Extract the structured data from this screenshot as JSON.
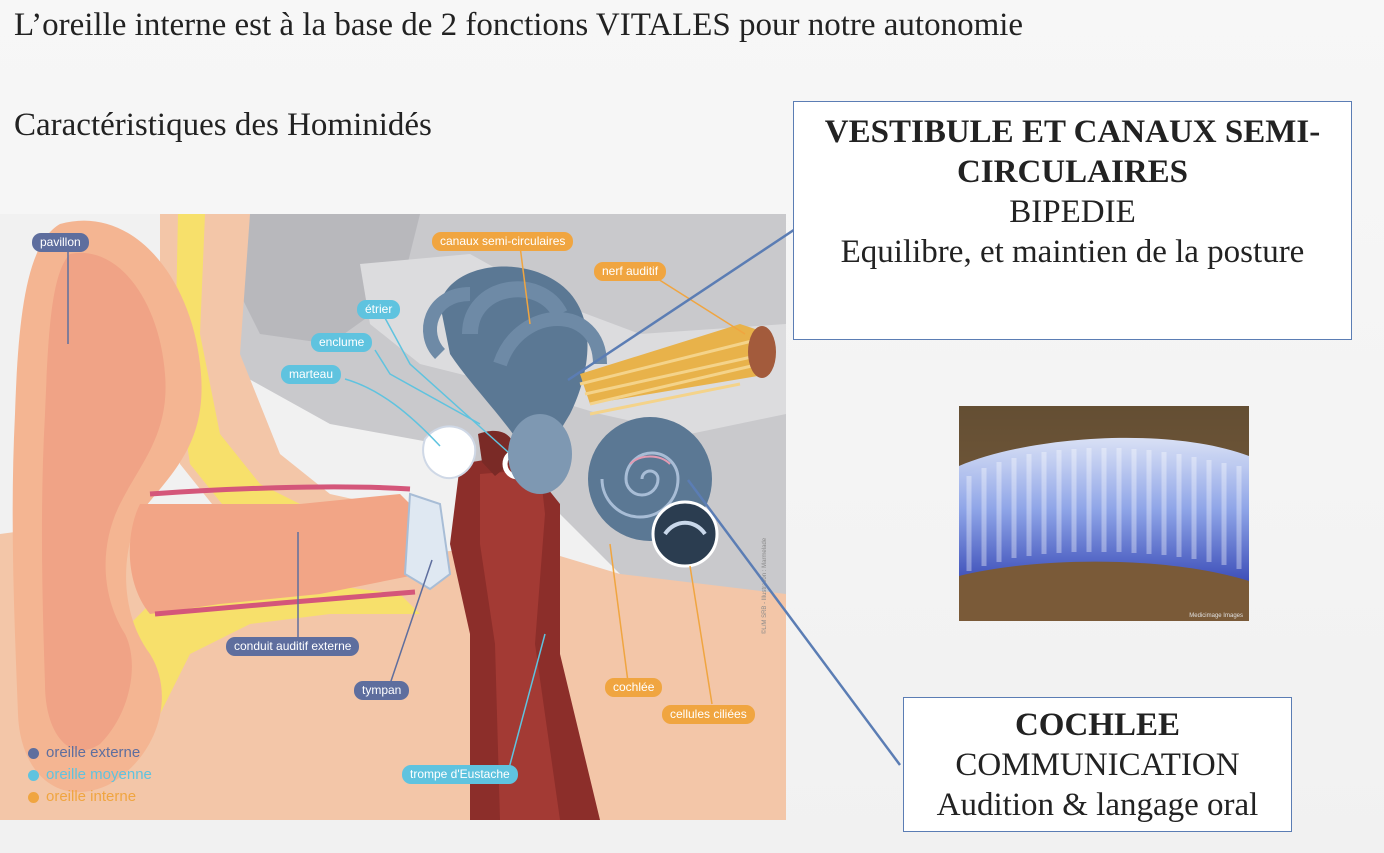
{
  "slide": {
    "title": "L’oreille interne est à la base de 2 fonctions VITALES pour notre autonomie",
    "subtitle": "Caractéristiques des Hominidés"
  },
  "diagram": {
    "labels": {
      "pavillon": "pavillon",
      "canaux": "canaux semi-circulaires",
      "nerf": "nerf auditif",
      "etrier": "étrier",
      "enclume": "enclume",
      "marteau": "marteau",
      "conduit": "conduit auditif externe",
      "tympan": "tympan",
      "cochlee": "cochlée",
      "cellules": "cellules ciliées",
      "trompe": "trompe d'Eustache"
    },
    "legend": [
      {
        "label": "oreille externe",
        "color": "#5e6e9e"
      },
      {
        "label": "oreille moyenne",
        "color": "#5fc3df"
      },
      {
        "label": "oreille interne",
        "color": "#f0a540"
      }
    ],
    "credit": "©L/M SRB - Illustration : Marmelade"
  },
  "box_vestibule": {
    "heading": "VESTIBULE ET CANAUX SEMI-CIRCULAIRES",
    "line1": "BIPEDIE",
    "line2": "Equilibre, et maintien de la posture"
  },
  "box_cochlee": {
    "heading": "COCHLEE",
    "line1": "COMMUNICATION",
    "line2": "Audition & langage oral"
  },
  "photo": {
    "credit": "Medicimage Images"
  },
  "colors": {
    "accent_line": "#5b7db4",
    "external_ear": "#5e6e9e",
    "middle_ear": "#5fc3df",
    "inner_ear": "#f0a540"
  }
}
